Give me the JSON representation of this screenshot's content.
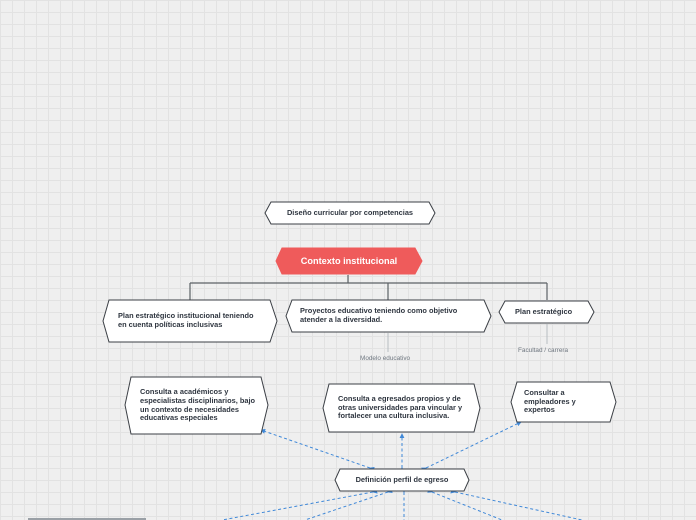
{
  "colors": {
    "main_fill": "#ef5b5b",
    "node_fill": "#ffffff",
    "node_stroke": "#3b3f45",
    "tree_line": "#5c6166",
    "arrow_line": "#3f88d8"
  },
  "nodes": {
    "diseno": "Diseño curricular por competencias",
    "contexto": "Contexto institucional",
    "plan_inst": "Plan estratégico institucional teniendo en cuenta políticas inclusivas",
    "proyecto": "Proyectos educativo teniendo como objetivo atender a la diversidad.",
    "plan_est": "Plan estratégico",
    "modelo": "Modelo educativo",
    "facultad": "Facultad / carrera",
    "consulta_acad": "Consulta a académicos y especialistas disciplinarios, bajo un contexto de necesidades educativas especiales",
    "consulta_egr": "Consulta a egresados propios y de otras universidades para vincular y fortalecer una cultura inclusiva.",
    "consultar_emp": "Consultar a empleadores y expertos",
    "perfil": "Definición perfil de egreso"
  }
}
